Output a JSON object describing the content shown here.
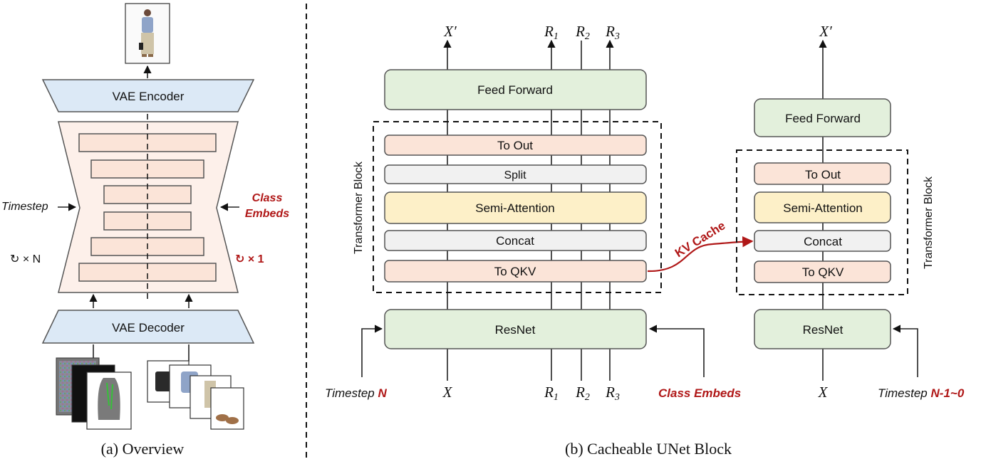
{
  "overview": {
    "vae_encoder": "VAE Encoder",
    "vae_decoder": "VAE Decoder",
    "timestep": "Timestep",
    "class_embeds_1": "Class",
    "class_embeds_2": "Embeds",
    "loop_n": "↻ × N",
    "loop_1": "↻ × 1",
    "caption": "(a) Overview"
  },
  "unet": {
    "feed_forward": "Feed Forward",
    "to_out": "To Out",
    "split": "Split",
    "semi_attention": "Semi-Attention",
    "concat": "Concat",
    "to_qkv": "To QKV",
    "resnet": "ResNet",
    "transformer_block": "Transformer Block",
    "kv_cache": "KV Cache",
    "x_out": "X′",
    "r1": "R",
    "r2": "R",
    "r3": "R",
    "sub1": "1",
    "sub2": "2",
    "sub3": "3",
    "x_in": "X",
    "timestep_n": "Timestep",
    "n": "N",
    "class_embeds": "Class Embeds",
    "timestep_n1": "Timestep",
    "n1": "N-1~0",
    "caption": "(b) Cacheable UNet Block"
  },
  "colors": {
    "accent_red": "#b01818",
    "green_block": "#e3f0dc",
    "pink_block": "#fbe4d8",
    "yellow_block": "#fdf0c8",
    "gray_block": "#f1f1f1",
    "blue_block": "#dce9f6"
  }
}
